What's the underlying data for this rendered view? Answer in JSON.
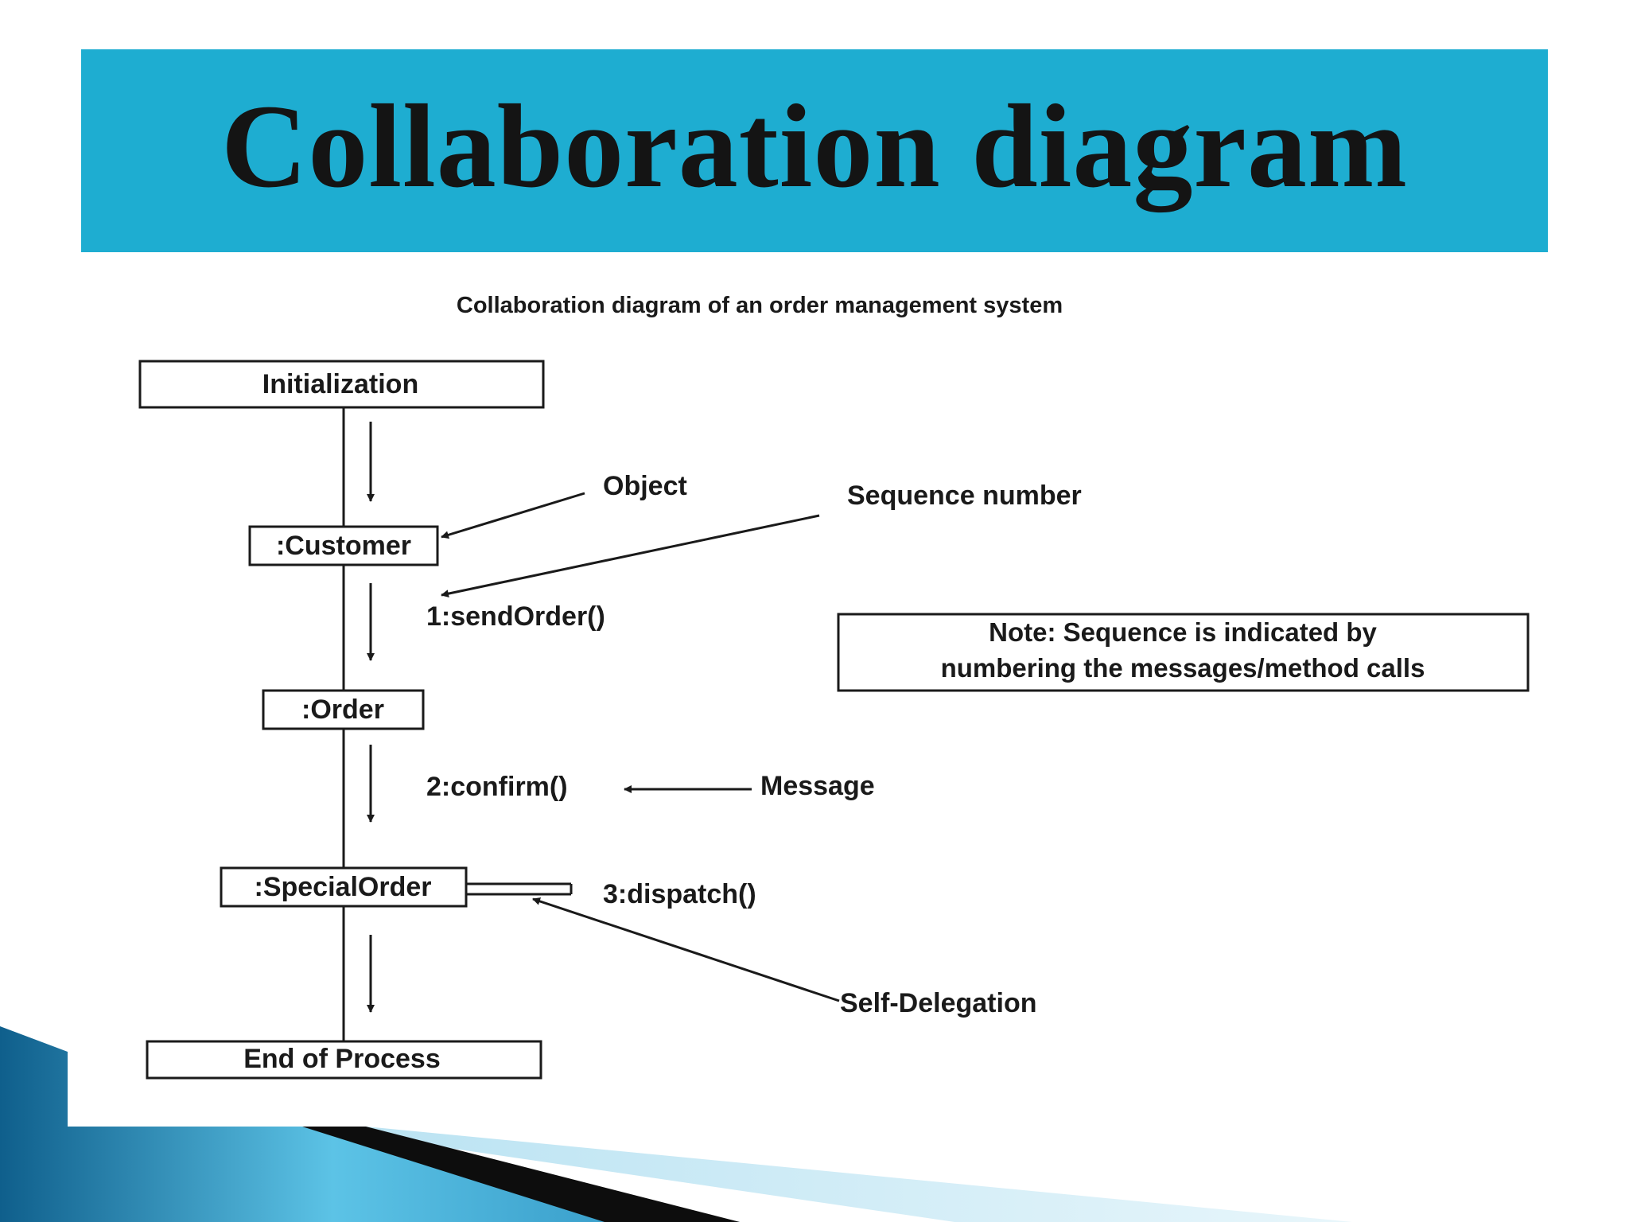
{
  "slide": {
    "title": "Collaboration diagram"
  },
  "diagram": {
    "caption": "Collaboration diagram of an order management system",
    "objects": {
      "initialization": "Initialization",
      "customer": ":Customer",
      "order": ":Order",
      "special_order": ":SpecialOrder",
      "end": "End of Process"
    },
    "messages": {
      "m1": "1:sendOrder()",
      "m2": "2:confirm()",
      "m3": "3:dispatch()"
    },
    "annotations": {
      "object": "Object",
      "sequence_number": "Sequence number",
      "message": "Message",
      "self_delegation": "Self-Delegation"
    },
    "note": {
      "line1": "Note: Sequence is indicated by",
      "line2": "numbering the messages/method calls"
    }
  },
  "colors": {
    "banner": "#1eadd1",
    "ink": "#1a1a1a",
    "corner_blue": "#2a8fbf",
    "corner_dark": "#0d0d0d"
  }
}
